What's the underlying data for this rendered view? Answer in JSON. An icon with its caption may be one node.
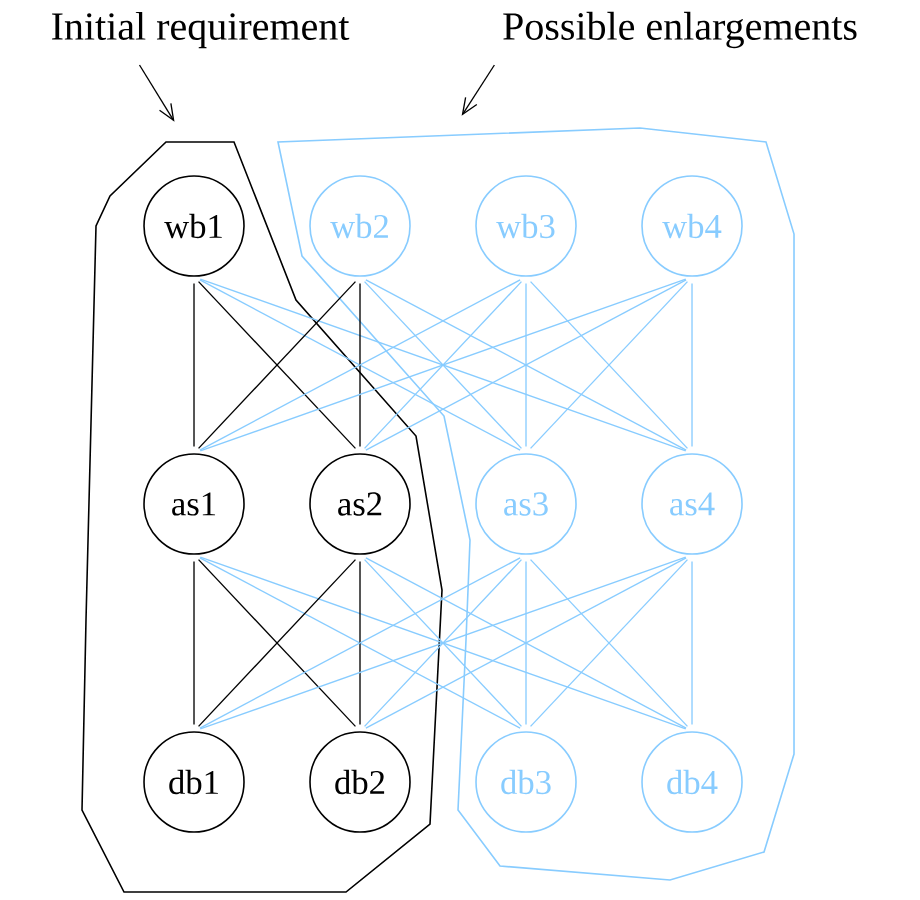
{
  "diagram": {
    "nodes": [
      {
        "text": [
          "Initial requirement"
        ]
      },
      {
        "text": [
          "Possible enlargements"
        ]
      },
      {
        "text": [],
        "shape": "polygon"
      },
      {
        "text": [],
        "shape": "polygon"
      },
      {
        "text": [
          "wb1"
        ],
        "in": 2
      },
      {
        "text": [
          "wb2"
        ],
        "in": 3
      },
      {
        "text": [
          "wb3"
        ],
        "in": 3
      },
      {
        "text": [
          "wb4"
        ],
        "in": 3
      },
      {
        "text": [
          "as1"
        ],
        "in": 2
      },
      {
        "text": [
          "as2"
        ],
        "in": 2
      },
      {
        "text": [
          "as3"
        ],
        "in": 3
      },
      {
        "text": [
          "as4"
        ],
        "in": 3
      },
      {
        "text": [
          "db1"
        ],
        "in": 2
      },
      {
        "text": [
          "db2"
        ],
        "in": 2
      },
      {
        "text": [
          "db3"
        ],
        "in": 3
      },
      {
        "text": [
          "db4"
        ],
        "in": 3
      }
    ],
    "edges": [
      {
        "from": 0,
        "to": 2,
        "arrow": "to",
        "color": "#000000"
      },
      {
        "from": 1,
        "to": 3,
        "arrow": "to",
        "color": "#000000"
      },
      {
        "from": 4,
        "to": 8,
        "arrow": "none",
        "color": "#000000"
      },
      {
        "from": 4,
        "to": 9,
        "arrow": "none",
        "color": "#000000"
      },
      {
        "from": 4,
        "to": 10,
        "arrow": "none"
      },
      {
        "from": 4,
        "to": 11,
        "arrow": "none"
      },
      {
        "from": 5,
        "to": 8,
        "arrow": "none",
        "color": "#000000"
      },
      {
        "from": 5,
        "to": 9,
        "arrow": "none",
        "color": "#000000"
      },
      {
        "from": 5,
        "to": 10,
        "arrow": "none"
      },
      {
        "from": 5,
        "to": 11,
        "arrow": "none"
      },
      {
        "from": 6,
        "to": 8,
        "arrow": "none"
      },
      {
        "from": 6,
        "to": 9,
        "arrow": "none"
      },
      {
        "from": 6,
        "to": 10,
        "arrow": "none"
      },
      {
        "from": 6,
        "to": 11,
        "arrow": "none"
      },
      {
        "from": 7,
        "to": 8,
        "arrow": "none"
      },
      {
        "from": 7,
        "to": 9,
        "arrow": "none"
      },
      {
        "from": 7,
        "to": 10,
        "arrow": "none"
      },
      {
        "from": 7,
        "to": 11,
        "arrow": "none"
      },
      {
        "from": 8,
        "to": 12,
        "arrow": "none",
        "color": "#000000"
      },
      {
        "from": 8,
        "to": 13,
        "arrow": "none",
        "color": "#000000"
      },
      {
        "from": 8,
        "to": 14,
        "arrow": "none"
      },
      {
        "from": 8,
        "to": 15,
        "arrow": "none"
      },
      {
        "from": 9,
        "to": 12,
        "arrow": "none",
        "color": "#000000"
      },
      {
        "from": 9,
        "to": 13,
        "arrow": "none",
        "color": "#000000"
      },
      {
        "from": 9,
        "to": 14,
        "arrow": "none"
      },
      {
        "from": 9,
        "to": 15,
        "arrow": "none"
      },
      {
        "from": 10,
        "to": 12,
        "arrow": "none"
      },
      {
        "from": 10,
        "to": 13,
        "arrow": "none"
      },
      {
        "from": 10,
        "to": 14,
        "arrow": "none"
      },
      {
        "from": 10,
        "to": 15,
        "arrow": "none"
      },
      {
        "from": 11,
        "to": 12,
        "arrow": "none"
      },
      {
        "from": 11,
        "to": 13,
        "arrow": "none"
      },
      {
        "from": 11,
        "to": 14,
        "arrow": "none"
      },
      {
        "from": 11,
        "to": 15,
        "arrow": "none"
      }
    ]
  }
}
